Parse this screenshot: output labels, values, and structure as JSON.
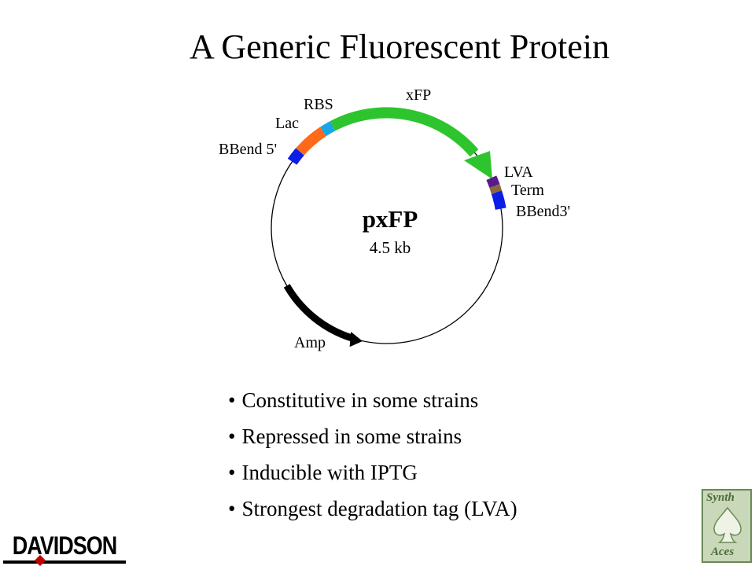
{
  "title": "A Generic Fluorescent Protein",
  "plasmid": {
    "name": "pxFP",
    "size": "4.5 kb",
    "features": [
      {
        "label": "BBend 5'",
        "color": "#0a1ee6"
      },
      {
        "label": "Lac",
        "color": "#ff6a1a"
      },
      {
        "label": "RBS",
        "color": "#1aa6e6"
      },
      {
        "label": "xFP",
        "color": "#2ec42e"
      },
      {
        "label": "LVA",
        "color": "#5a1a8a"
      },
      {
        "label": "Term",
        "color": "#8a6a3a"
      },
      {
        "label": "BBend3'",
        "color": "#0a1ee6"
      },
      {
        "label": "Amp",
        "color": "#000000"
      }
    ]
  },
  "bullets": [
    "Constitutive in some strains",
    "Repressed in some strains",
    "Inducible with IPTG",
    "Strongest degradation tag (LVA)"
  ],
  "logos": {
    "davidson": "DAVIDSON",
    "synth_top": "Synth",
    "synth_bottom": "Aces"
  }
}
